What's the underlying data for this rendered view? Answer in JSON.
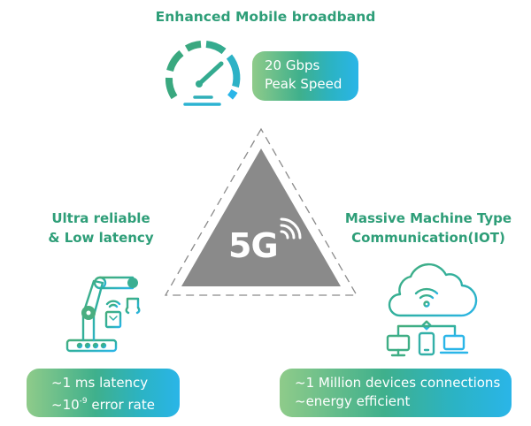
{
  "diagram": {
    "center": {
      "label": "5G",
      "icon": "signal-waves-icon"
    },
    "top": {
      "title": "Enhanced Mobile broadband",
      "icon": "speedometer-icon",
      "stats": [
        "20 Gbps",
        "Peak Speed"
      ]
    },
    "left": {
      "title_lines": [
        "Ultra reliable",
        "& Low latency"
      ],
      "icon": "robotic-arm-chip-icon",
      "stats": {
        "line1": "~1 ms latency",
        "line2_prefix": "~10",
        "line2_exponent": "-9",
        "line2_suffix": " error rate"
      }
    },
    "right": {
      "title_lines": [
        "Massive Machine Type",
        "Communication(IOT)"
      ],
      "icon": "cloud-devices-icon",
      "stats": [
        "~1 Million devices connections",
        "~energy efficient"
      ]
    },
    "colors": {
      "title_green": "#2e9e78",
      "triangle_gray": "#8a8a8a",
      "gradient_start": "#8fcb8a",
      "gradient_end": "#2ab5e8"
    }
  }
}
